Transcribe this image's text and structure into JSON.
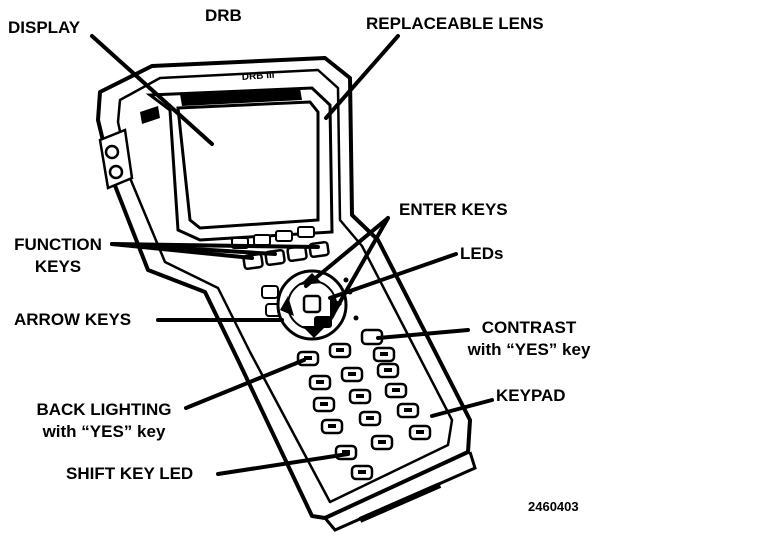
{
  "diagram": {
    "title": "DRB",
    "figure_number": "2460403",
    "device_brand_text": "DRB III",
    "labels": {
      "display": "DISPLAY",
      "replaceable_lens": "REPLACEABLE LENS",
      "enter_keys": "ENTER KEYS",
      "function_keys_line1": "FUNCTION",
      "function_keys_line2": "KEYS",
      "leds": "LEDs",
      "arrow_keys": "ARROW KEYS",
      "contrast_line1": "CONTRAST",
      "contrast_line2": "with “YES” key",
      "keypad": "KEYPAD",
      "back_lighting_line1": "BACK LIGHTING",
      "back_lighting_line2": "with “YES” key",
      "shift_key_led": "SHIFT KEY LED"
    },
    "colors": {
      "ink": "#000000",
      "paper": "#ffffff"
    }
  }
}
